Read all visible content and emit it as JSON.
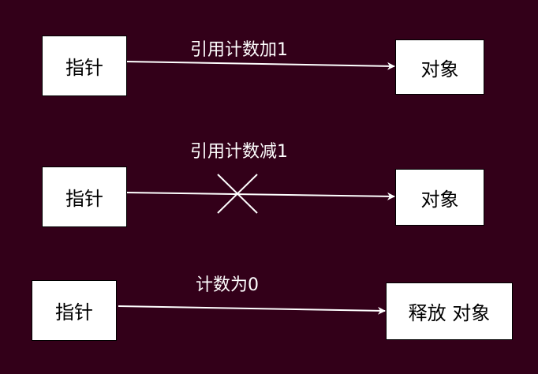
{
  "colors": {
    "background": "#330019",
    "node_fill": "#ffffff",
    "node_border": "#000000",
    "edge": "#ffffff",
    "label_text": "#ffffff",
    "node_text": "#000000"
  },
  "rows": [
    {
      "pointer": "指针",
      "target": "对象",
      "label": "引用计数加1",
      "crossed": false
    },
    {
      "pointer": "指针",
      "target": "对象",
      "label": "引用计数减1",
      "crossed": true
    },
    {
      "pointer": "指针",
      "target": "释放 对象",
      "label": "计数为0",
      "crossed": false
    }
  ]
}
